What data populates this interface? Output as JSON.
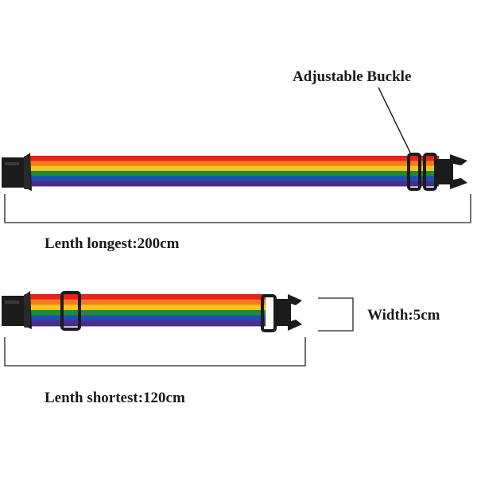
{
  "labels": {
    "adjustable_buckle": "Adjustable Buckle",
    "length_longest": "Lenth longest:200cm",
    "width": "Width:5cm",
    "length_shortest": "Lenth shortest:120cm"
  },
  "strap": {
    "stripe_colors": [
      "#e8231b",
      "#f47a1f",
      "#f6c51c",
      "#1f8a3b",
      "#1f4fb3",
      "#4b2b8c"
    ],
    "buckle_color": "#1b1b1b",
    "dimension_line_color": "#222222"
  }
}
